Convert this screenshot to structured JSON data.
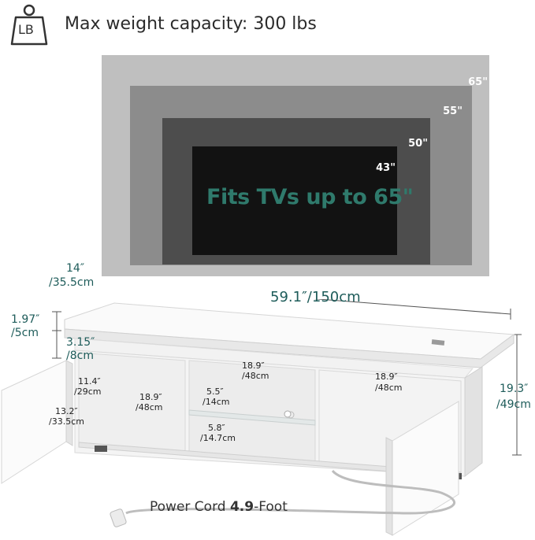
{
  "header": {
    "icon_text": "LB",
    "capacity_text": "Max weight capacity: 300 lbs"
  },
  "tv_sizes": {
    "s65": "65\"",
    "s55": "55\"",
    "s50": "50\"",
    "s43": "43\"",
    "fits_text": "Fits TVs up to 65\""
  },
  "dimensions": {
    "depth_in": "14″",
    "depth_cm": "/35.5cm",
    "width_total": "59.1″/150cm",
    "top_thick_in": "1.97″",
    "top_thick_cm": "/5cm",
    "gap_in": "3.15″",
    "gap_cm": "/8cm",
    "height_in": "19.3″",
    "height_cm": "/49cm",
    "mid_width_in": "18.9″",
    "mid_width_cm": "/48cm",
    "right_width_in": "18.9″",
    "right_width_cm": "/48cm",
    "left_height_in": "11.4″",
    "left_height_cm": "/29cm",
    "left_width_in": "18.9″",
    "left_width_cm": "/48cm",
    "left_depth_in": "13.2″",
    "left_depth_cm": "/33.5cm",
    "shelf_top_in": "5.5″",
    "shelf_top_cm": "/14cm",
    "shelf_bot_in": "5.8″",
    "shelf_bot_cm": "/14.7cm"
  },
  "cord": {
    "prefix": "Power Cord ",
    "length": "4.9",
    "suffix": "-Foot"
  },
  "colors": {
    "accent": "#1e5c5a",
    "fits_text": "#2f7a6c"
  }
}
